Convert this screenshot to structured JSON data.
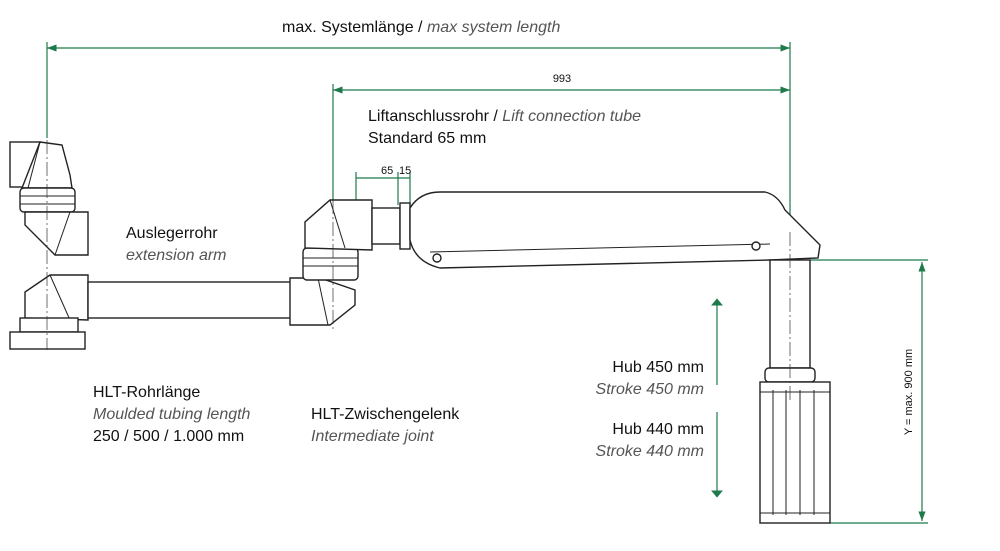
{
  "title": {
    "de": "max. Systemlänge",
    "sep": " / ",
    "en": "max system length"
  },
  "dimensions": {
    "arm_length": "993",
    "d65": "65",
    "d15": "15",
    "height": "Y = max. 900 mm"
  },
  "lift_tube": {
    "de": "Liftanschlussrohr",
    "sep": " / ",
    "en": "Lift connection tube",
    "standard": "Standard 65 mm"
  },
  "extension_arm": {
    "de": "Auslegerrohr",
    "en": "extension arm"
  },
  "tubing": {
    "de": "HLT-Rohrlänge",
    "en": "Moulded tubing length",
    "sizes": "250 / 500 / 1.000 mm"
  },
  "joint": {
    "de": "HLT-Zwischengelenk",
    "en": "Intermediate joint"
  },
  "stroke1": {
    "de": "Hub 450 mm",
    "en": "Stroke 450 mm"
  },
  "stroke2": {
    "de": "Hub 440 mm",
    "en": "Stroke 440 mm"
  },
  "colors": {
    "dimension": "#1e7a4a",
    "line": "#222222"
  }
}
